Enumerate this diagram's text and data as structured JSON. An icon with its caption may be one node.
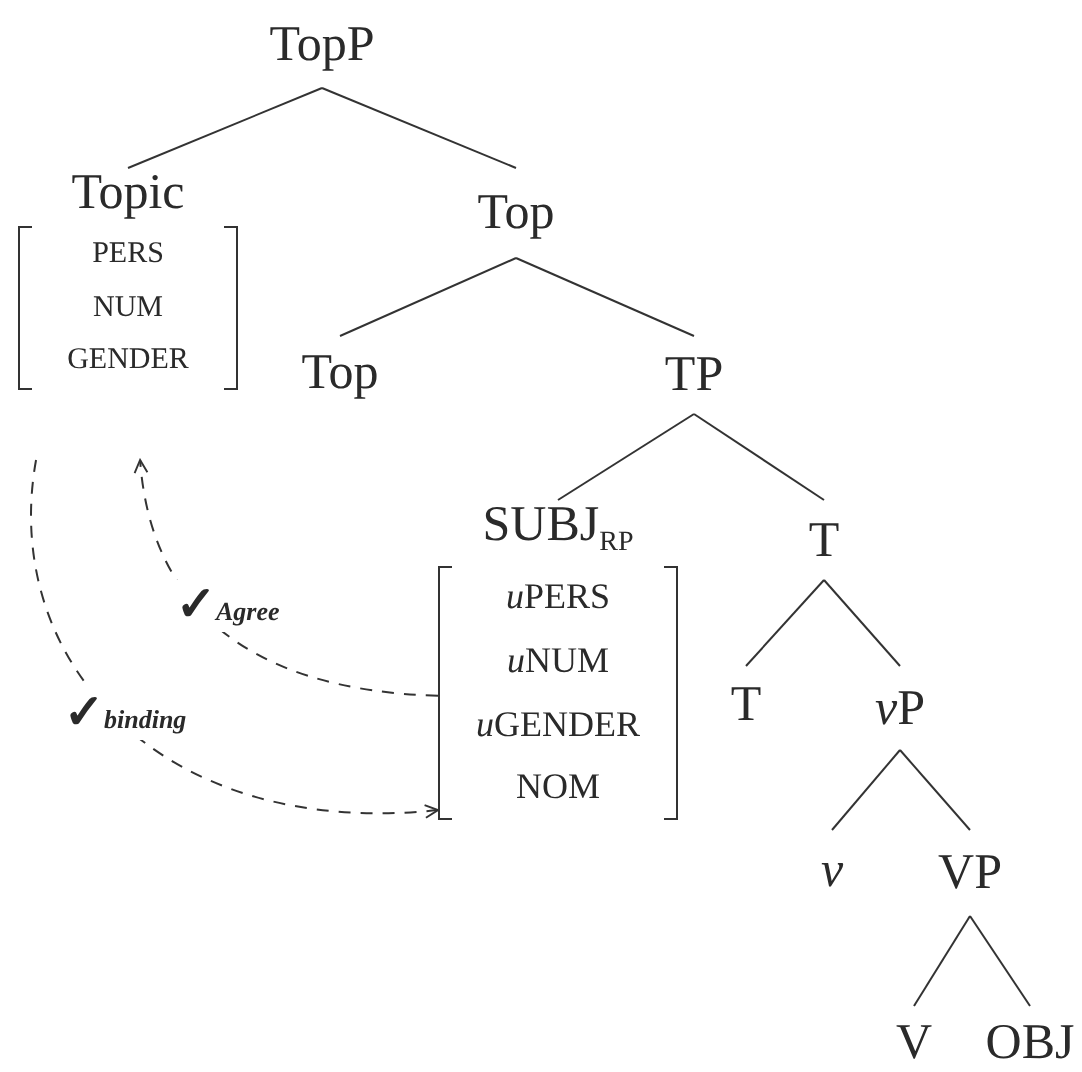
{
  "diagram": {
    "nodes": [
      {
        "text": [
          "TopP"
        ]
      },
      {
        "text": [
          "Topic",
          "PERS",
          "NUM",
          "GENDER"
        ]
      },
      {
        "text": [
          "Top"
        ]
      },
      {
        "text": [
          "Top"
        ]
      },
      {
        "text": [
          "TP"
        ]
      },
      {
        "text": [
          "SUBJ$_{RP}$",
          "uPERS",
          "uNUM",
          "uGENDER",
          "NOM"
        ]
      },
      {
        "text": [
          "T"
        ]
      },
      {
        "text": [
          "T"
        ]
      },
      {
        "text": [
          "vP"
        ]
      },
      {
        "text": [
          "v"
        ]
      },
      {
        "text": [
          "VP"
        ]
      },
      {
        "text": [
          "V"
        ]
      },
      {
        "text": [
          "OBJ"
        ]
      }
    ],
    "edges": [
      {
        "from": 0,
        "to": 1,
        "arrow": "none"
      },
      {
        "from": 0,
        "to": 2,
        "arrow": "none"
      },
      {
        "from": 2,
        "to": 3,
        "arrow": "none"
      },
      {
        "from": 2,
        "to": 4,
        "arrow": "none"
      },
      {
        "from": 4,
        "to": 5,
        "arrow": "none"
      },
      {
        "from": 4,
        "to": 6,
        "arrow": "none"
      },
      {
        "from": 6,
        "to": 7,
        "arrow": "none"
      },
      {
        "from": 6,
        "to": 8,
        "arrow": "none"
      },
      {
        "from": 8,
        "to": 9,
        "arrow": "none"
      },
      {
        "from": 8,
        "to": 10,
        "arrow": "none"
      },
      {
        "from": 10,
        "to": 11,
        "arrow": "none"
      },
      {
        "from": 10,
        "to": 12,
        "arrow": "none"
      },
      {
        "from": 5,
        "to": 1,
        "arrow": "to",
        "label": "✓*Agree*",
        "style": "dashed"
      },
      {
        "from": 1,
        "to": 5,
        "arrow": "to",
        "label": "✓*binding*",
        "style": "dashed"
      }
    ]
  }
}
